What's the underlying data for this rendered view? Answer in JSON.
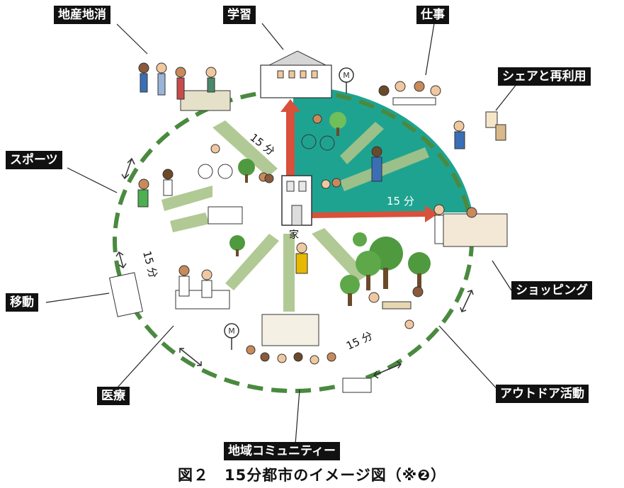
{
  "labels": {
    "local_production": "地産地消",
    "learning": "学習",
    "work": "仕事",
    "share_reuse": "シェアと再利用",
    "sports": "スポーツ",
    "mobility": "移動",
    "shopping": "ショッピング",
    "medical": "医療",
    "outdoor": "アウトドア活動",
    "community": "地域コミュニティー"
  },
  "minutes": {
    "upper_left": "15 分",
    "right": "15 分",
    "left": "15 分",
    "bottom": "15 分"
  },
  "home_label": "家",
  "caption": "図２　15分都市のイメージ図（※❷）",
  "colors": {
    "sector": "#1fa391",
    "path": "#8fb077",
    "dash": "#4a8a3f",
    "arrow": "#d9503b",
    "label_bg": "#111111",
    "label_text": "#ffffff"
  }
}
